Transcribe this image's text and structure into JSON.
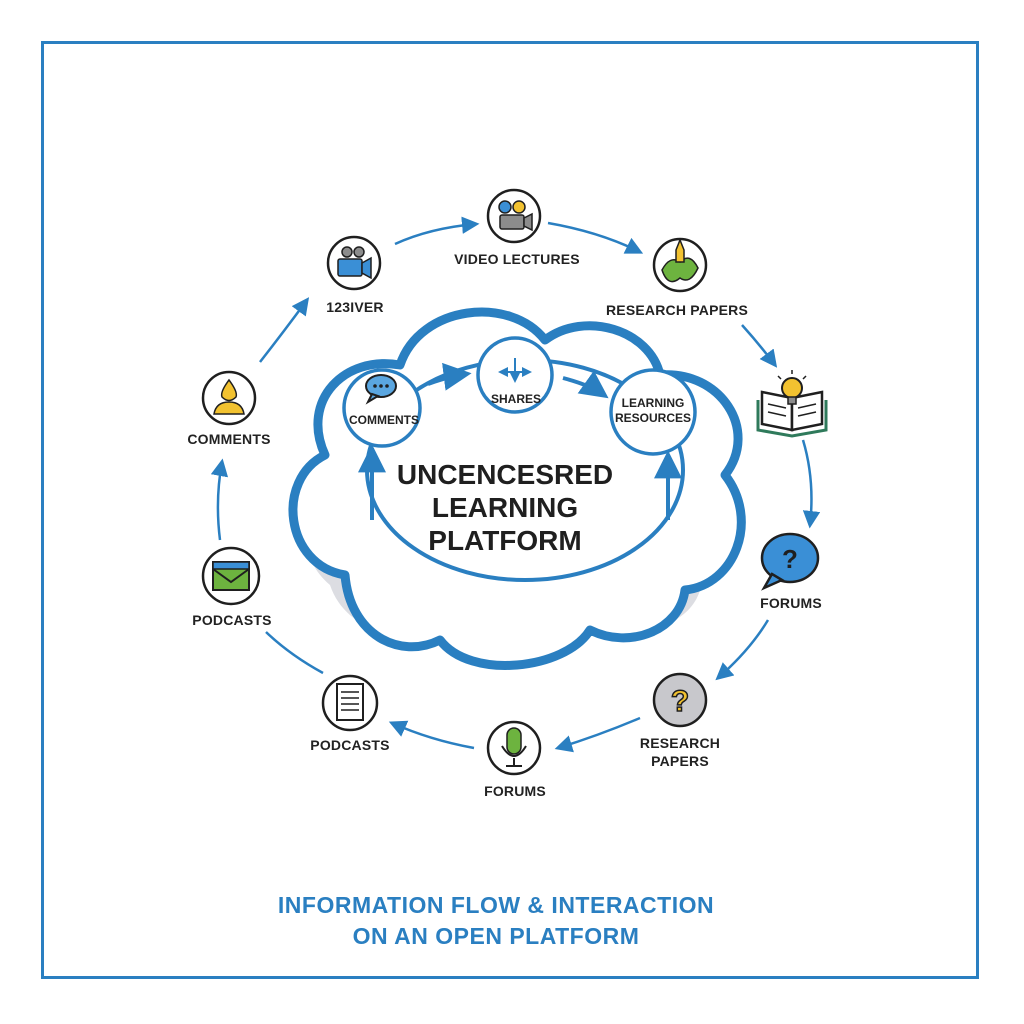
{
  "center": {
    "title_lines": [
      "UNCENCESRED",
      "LEARNING",
      "PLATFORM"
    ],
    "inner_nodes": {
      "comments": "COMMENTS",
      "shares": "SHARES",
      "learning_resources": [
        "LEARNING",
        "RESOURCES"
      ]
    }
  },
  "ring": {
    "video_lectures": "VIDEO LECTURES",
    "research_papers_top": "RESEARCH PAPERS",
    "forums_right": "FORUMS",
    "research_papers_bottom": [
      "RESEARCH",
      "PAPERS"
    ],
    "forums_bottom": "FORUMS",
    "podcasts_bottom": "PODCASTS",
    "podcasts_left": "PODCASTS",
    "comments_left": "COMMENTS",
    "video_left": "123IVER"
  },
  "footer": {
    "line1": "INFORMATION FLOW & INTERACTION",
    "line2": "ON AN OPEN PLATFORM"
  },
  "colors": {
    "accent": "#2a7fc1",
    "cloud_shadow": "#dcdde2",
    "ink": "#1f1f1f"
  },
  "icons": {
    "video_lectures": "camera-people-icon",
    "research_papers_top": "leaf-icon",
    "book": "open-book-lightbulb-icon",
    "forums_right": "question-bubble-icon",
    "research_papers_bottom": "question-circle-icon",
    "forums_bottom": "microphone-icon",
    "podcasts_bottom": "document-icon",
    "podcasts_left": "envelope-icon",
    "comments_left": "person-icon",
    "video_left": "video-camera-icon",
    "inner_comments": "chat-bubble-icon",
    "inner_shares": "arrows-share-icon"
  }
}
